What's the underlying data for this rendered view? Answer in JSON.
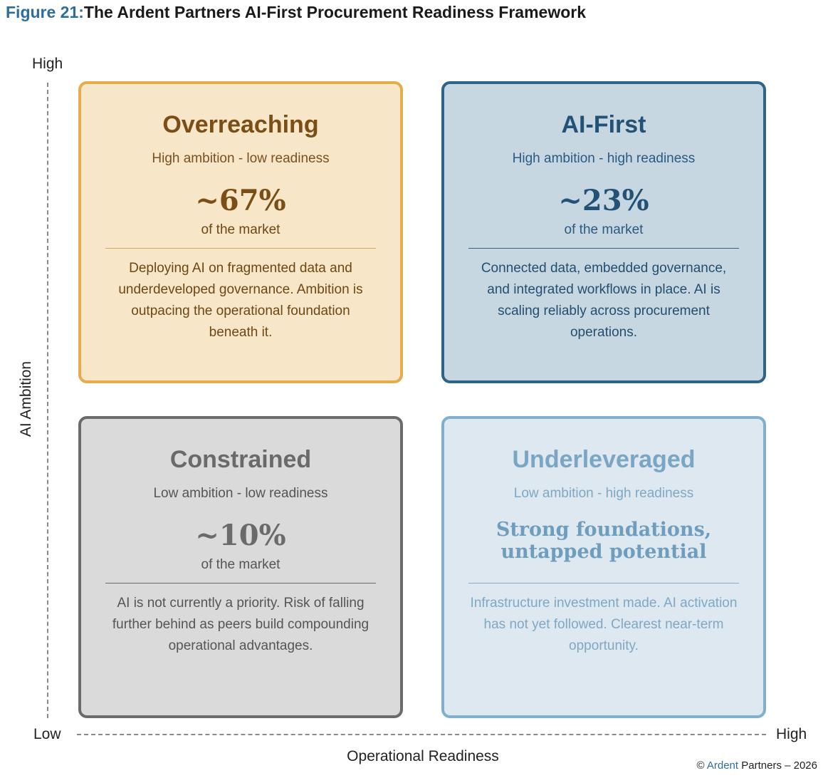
{
  "figure": {
    "number_label": "Figure 21:",
    "title": "The Ardent Partners AI-First Procurement Readiness Framework"
  },
  "axes": {
    "y_title": "AI Ambition",
    "y_high": "High",
    "x_title": "Operational Readiness",
    "x_low": "Low",
    "x_high": "High"
  },
  "quadrants": {
    "top_left": {
      "name": "Overreaching",
      "subtitle": "High ambition - low readiness",
      "percent": "~67%",
      "market_label": "of the market",
      "description": "Deploying AI on fragmented data and underdeveloped governance.  Ambition is outpacing the operational foundation beneath it.",
      "color": "#e4ac4d"
    },
    "top_right": {
      "name": "AI-First",
      "subtitle": "High ambition - high readiness",
      "percent": "~23%",
      "market_label": "of the market",
      "description": "Connected data, embedded governance, and integrated workflows in place.  AI is scaling reliably across procurement operations.",
      "color": "#2f6489"
    },
    "bottom_left": {
      "name": "Constrained",
      "subtitle": "Low ambition - low readiness",
      "percent": "~10%",
      "market_label": "of the market",
      "description": "AI is not currently a priority. Risk of falling further behind as peers build compounding operational advantages.",
      "color": "#6b6b6b"
    },
    "bottom_right": {
      "name": "Underleveraged",
      "subtitle": "Low ambition - high readiness",
      "tagline": "Strong foundations, untapped potential",
      "description": "Infrastructure investment made.  AI activation has not yet followed. Clearest near-term opportunity.",
      "color": "#80b0ce"
    }
  },
  "footer": {
    "copyright_prefix": "©",
    "brand": "Ardent",
    "copyright_suffix": "Partners – 2026"
  }
}
